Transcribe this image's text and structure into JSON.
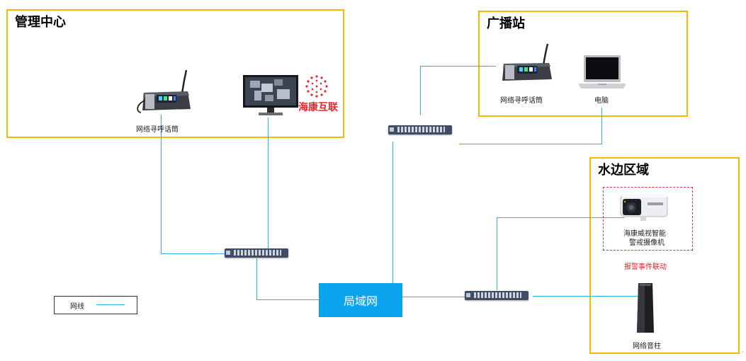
{
  "zones": {
    "management": {
      "title": "管理中心"
    },
    "broadcast": {
      "title": "广播站"
    },
    "waterside": {
      "title": "水边区域"
    }
  },
  "devices": {
    "mgmt_mic": {
      "label": "网络寻呼话筒"
    },
    "monitor_brand": {
      "text": "海康互联"
    },
    "bc_mic": {
      "label": "网络寻呼话筒"
    },
    "laptop": {
      "label": "电脑"
    },
    "camera": {
      "label_line1": "海康威视智能",
      "label_line2": "警戒摄像机"
    },
    "alarm_link": {
      "text": "报警事件联动"
    },
    "speaker": {
      "label": "网络音柱"
    }
  },
  "network": {
    "lan_label": "局域网"
  },
  "legend": {
    "label": "网线"
  },
  "colors": {
    "wire": "#30b2df",
    "zone_border": "#f5b800",
    "lan": "#0aa4ec",
    "alert": "#e53238",
    "switch": "#3e4c65"
  },
  "icons": [
    "paging-microphone-icon",
    "monitor-icon",
    "hikvision-logo-icon",
    "laptop-icon",
    "switch-icon",
    "bullet-camera-icon",
    "column-speaker-icon"
  ]
}
